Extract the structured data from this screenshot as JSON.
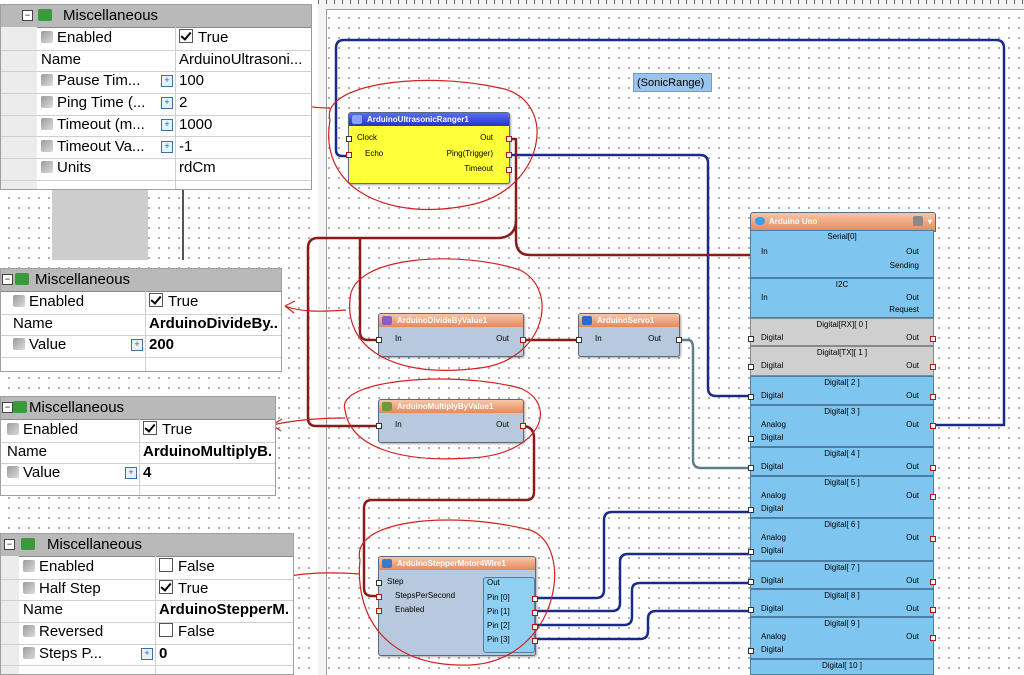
{
  "sonic_label": "(SonicRange)",
  "ultrasonic": {
    "title": "ArduinoUltrasonicRanger1",
    "pins_left": [
      "Clock",
      "Echo"
    ],
    "pins_right": [
      "Out",
      "Ping(Trigger)",
      "Timeout"
    ]
  },
  "divide": {
    "title": "ArduinoDivideByValue1",
    "in": "In",
    "out": "Out"
  },
  "multiply": {
    "title": "ArduinoMultiplyByValue1",
    "in": "In",
    "out": "Out"
  },
  "servo": {
    "title": "ArduinoServo1",
    "in": "In",
    "out": "Out"
  },
  "stepper": {
    "title": "ArduinoStepperMotor4Wire1",
    "pins_left": [
      "Step",
      "StepsPerSecond",
      "Enabled"
    ],
    "out_label": "Out",
    "pins_right": [
      "Pin [0]",
      "Pin [1]",
      "Pin [2]",
      "Pin [3]"
    ]
  },
  "uno": {
    "title": "Arduino Uno",
    "serial": {
      "title": "Serial[0]",
      "in": "In",
      "out": "Out",
      "sending": "Sending"
    },
    "i2c": {
      "title": "I2C",
      "in": "In",
      "out": "Out",
      "request": "Request"
    },
    "digital_rows": [
      {
        "title": "Digital[RX][ 0 ]",
        "analog": "",
        "digital": "Digital",
        "out": "Out"
      },
      {
        "title": "Digital[TX][ 1 ]",
        "analog": "",
        "digital": "Digital",
        "out": "Out"
      },
      {
        "title": "Digital[ 2 ]",
        "analog": "",
        "digital": "Digital",
        "out": "Out"
      },
      {
        "title": "Digital[ 3 ]",
        "analog": "Analog",
        "digital": "Digital",
        "out": "Out"
      },
      {
        "title": "Digital[ 4 ]",
        "analog": "",
        "digital": "Digital",
        "out": "Out"
      },
      {
        "title": "Digital[ 5 ]",
        "analog": "Analog",
        "digital": "Digital",
        "out": "Out"
      },
      {
        "title": "Digital[ 6 ]",
        "analog": "Analog",
        "digital": "Digital",
        "out": "Out"
      },
      {
        "title": "Digital[ 7 ]",
        "analog": "",
        "digital": "Digital",
        "out": "Out"
      },
      {
        "title": "Digital[ 8 ]",
        "analog": "",
        "digital": "Digital",
        "out": "Out"
      },
      {
        "title": "Digital[ 9 ]",
        "analog": "Analog",
        "digital": "Digital",
        "out": "Out"
      },
      {
        "title": "Digital[ 10 ]",
        "analog": "",
        "digital": "",
        "out": ""
      }
    ]
  },
  "props_ultrasonic": {
    "header": "Miscellaneous",
    "rows": [
      {
        "name": "Enabled",
        "value": "True",
        "check": true
      },
      {
        "name": "Name",
        "value": "ArduinoUltrasoni..."
      },
      {
        "name": "Pause Tim...",
        "value": "100"
      },
      {
        "name": "Ping Time (...",
        "value": "2"
      },
      {
        "name": "Timeout (m...",
        "value": "1000"
      },
      {
        "name": "Timeout Va...",
        "value": "-1"
      },
      {
        "name": "Units",
        "value": "rdCm"
      }
    ]
  },
  "props_divide": {
    "header": "Miscellaneous",
    "rows": [
      {
        "name": "Enabled",
        "value": "True",
        "check": true
      },
      {
        "name": "Name",
        "value": "ArduinoDivideBy..."
      },
      {
        "name": "Value",
        "value": "200"
      }
    ]
  },
  "props_multiply": {
    "header": "Miscellaneous",
    "rows": [
      {
        "name": "Enabled",
        "value": "True",
        "check": true
      },
      {
        "name": "Name",
        "value": "ArduinoMultiplyB..."
      },
      {
        "name": "Value",
        "value": "4"
      }
    ]
  },
  "props_stepper": {
    "header": "Miscellaneous",
    "rows": [
      {
        "name": "Enabled",
        "value": "False",
        "check": false
      },
      {
        "name": "Half Step",
        "value": "True",
        "check": true
      },
      {
        "name": "Name",
        "value": "ArduinoStepperM..."
      },
      {
        "name": "Reversed",
        "value": "False",
        "check": false
      },
      {
        "name": "Steps P...",
        "value": "0"
      }
    ]
  },
  "colors": {
    "wire_red": "#8b1a1a",
    "wire_blue": "#1a2a8b",
    "wire_gray": "#5f7f86",
    "annotation": "#d42020",
    "ultrasonic_body": "#ffff3a",
    "uno_body": "#7ec6f0"
  }
}
